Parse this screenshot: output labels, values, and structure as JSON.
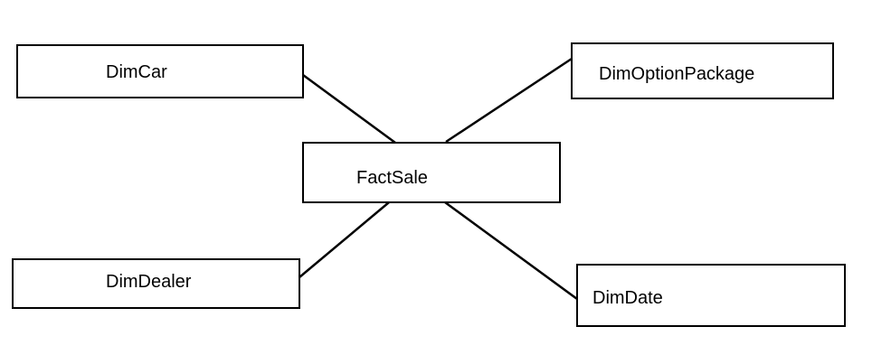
{
  "diagram": {
    "entities": {
      "dim_car": "DimCar",
      "dim_option_package": "DimOptionPackage",
      "fact_sale": "FactSale",
      "dim_dealer": "DimDealer",
      "dim_date": "DimDate"
    },
    "relationships": [
      {
        "from": "fact_sale",
        "to": "dim_car"
      },
      {
        "from": "fact_sale",
        "to": "dim_option_package"
      },
      {
        "from": "fact_sale",
        "to": "dim_dealer"
      },
      {
        "from": "fact_sale",
        "to": "dim_date"
      }
    ],
    "colors": {
      "line": "#000000",
      "box_border": "#000000",
      "background": "#ffffff",
      "text": "#000000"
    }
  }
}
